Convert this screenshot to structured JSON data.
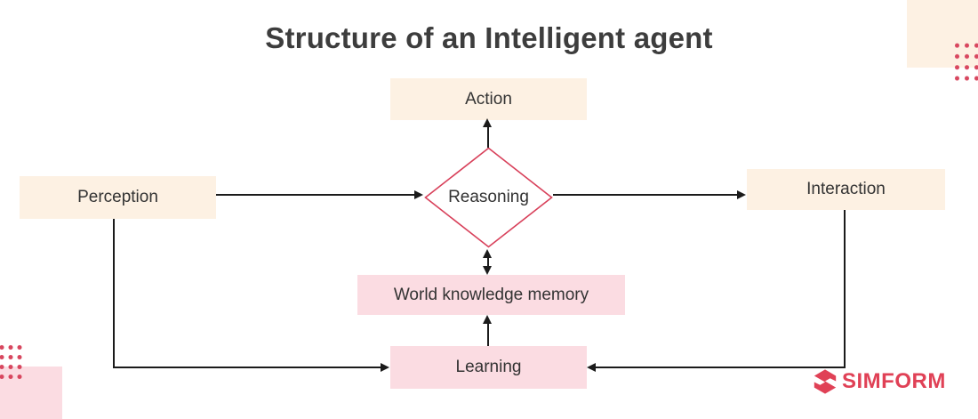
{
  "title": "Structure of an Intelligent agent",
  "nodes": {
    "action": {
      "label": "Action",
      "shape": "box",
      "fill": "#fdf1e3"
    },
    "perception": {
      "label": "Perception",
      "shape": "box",
      "fill": "#fdf1e3"
    },
    "interaction": {
      "label": "Interaction",
      "shape": "box",
      "fill": "#fdf1e3"
    },
    "reasoning": {
      "label": "Reasoning",
      "shape": "diamond",
      "border": "#d8405a"
    },
    "world_knowledge_memory": {
      "label": "World knowledge memory",
      "shape": "box",
      "fill": "#fbdce2"
    },
    "learning": {
      "label": "Learning",
      "shape": "box",
      "fill": "#fbdce2"
    }
  },
  "edges": [
    {
      "from": "reasoning",
      "to": "action",
      "arrow": "single"
    },
    {
      "from": "perception",
      "to": "reasoning",
      "arrow": "single"
    },
    {
      "from": "reasoning",
      "to": "interaction",
      "arrow": "single"
    },
    {
      "from": "reasoning",
      "to": "world_knowledge_memory",
      "arrow": "double"
    },
    {
      "from": "learning",
      "to": "world_knowledge_memory",
      "arrow": "single"
    },
    {
      "from": "perception",
      "to": "learning",
      "arrow": "single"
    },
    {
      "from": "interaction",
      "to": "learning",
      "arrow": "single"
    }
  ],
  "logo": {
    "text": "SIMFORM"
  },
  "colors": {
    "peach_box": "#fdf1e3",
    "pink_box": "#fbdce2",
    "diamond_border": "#d8405a",
    "line": "#1b1b1b",
    "text": "#333333",
    "title_text": "#3d3d3d",
    "decor_dot": "#d8475f",
    "brand_red": "#e04156"
  }
}
